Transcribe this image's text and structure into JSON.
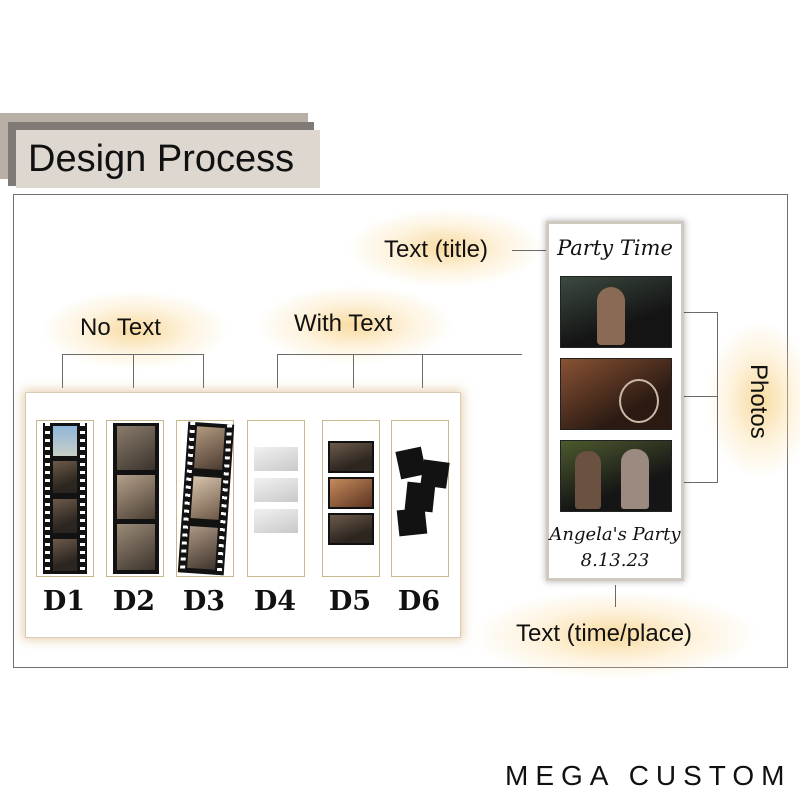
{
  "header": {
    "title": "Design Process"
  },
  "labels": {
    "no_text": "No Text",
    "with_text": "With Text",
    "text_title": "Text (title)",
    "photos": "Photos",
    "text_time_place": "Text (time/place)"
  },
  "designs": [
    {
      "id": "D1"
    },
    {
      "id": "D2"
    },
    {
      "id": "D3"
    },
    {
      "id": "D4"
    },
    {
      "id": "D5"
    },
    {
      "id": "D6"
    }
  ],
  "sample_strip": {
    "title": "Party Time",
    "event": "Angela's Party",
    "date": "8.13.23"
  },
  "brand": "MEGA CUSTOM",
  "colors": {
    "tab": "#ddd7cf",
    "glow": "#f5c86e",
    "line": "#6a6a6a"
  }
}
